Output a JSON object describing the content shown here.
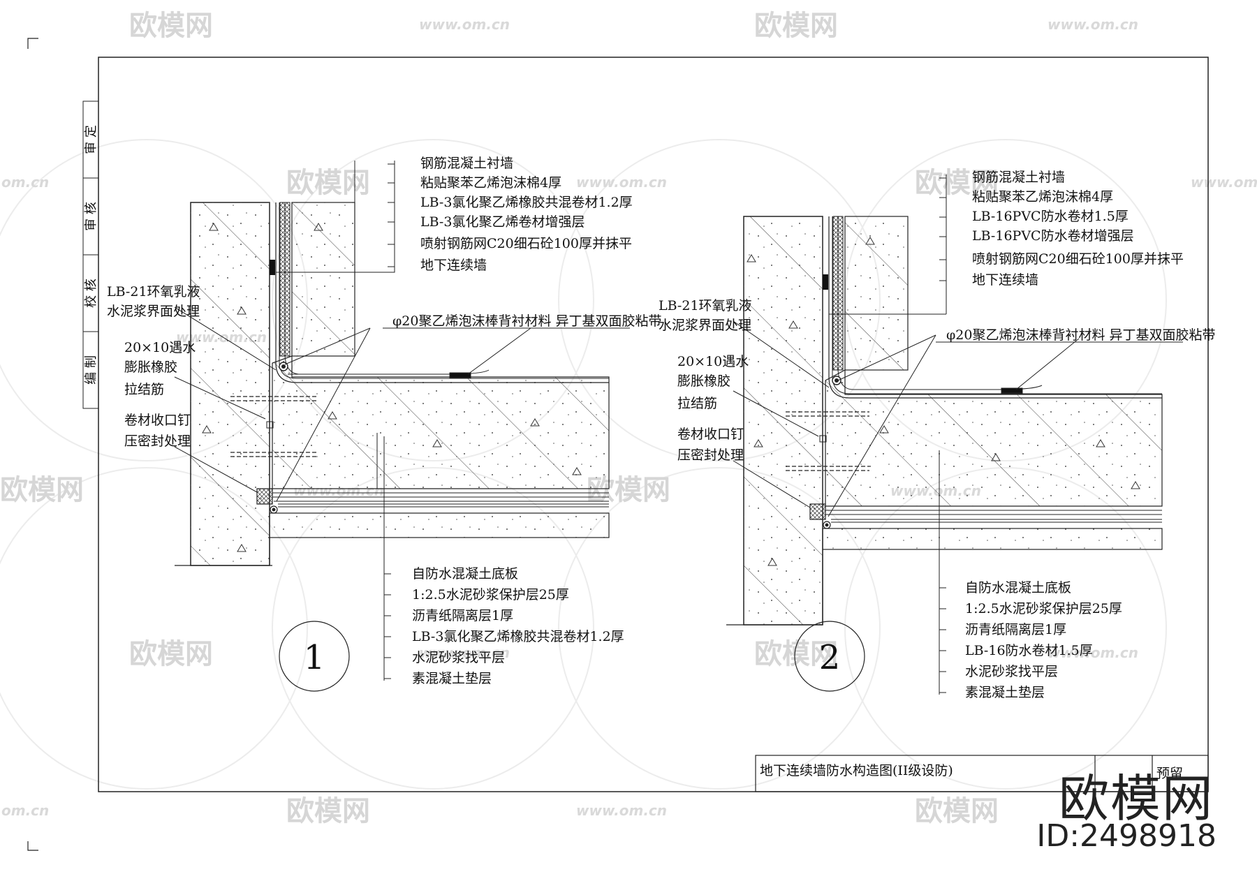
{
  "side_stamps": [
    "审 定",
    "审 核",
    "校 核",
    "编 制"
  ],
  "detail1": {
    "number": "1",
    "wall_labels": [
      "钢筋混凝土衬墙",
      "粘贴聚苯乙烯泡沫棉4厚",
      "LB-3氯化聚乙烯橡胶共混卷材1.2厚",
      "LB-3氯化聚乙烯卷材增强层",
      "喷射钢筋网C20细石砼100厚并抹平",
      "地下连续墙"
    ],
    "left_labels": [
      "LB-21环氧乳液",
      "水泥浆界面处理",
      "20×10遇水",
      "膨胀橡胶",
      "拉结筋",
      "卷材收口钉",
      "压密封处理"
    ],
    "rod_label": "φ20聚乙烯泡沫棒背衬材料  异丁基双面胶粘带",
    "floor_labels": [
      "自防水混凝土底板",
      "1:2.5水泥砂浆保护层25厚",
      "沥青纸隔离层1厚",
      "LB-3氯化聚乙烯橡胶共混卷材1.2厚",
      "水泥砂浆找平层",
      "素混凝土垫层"
    ]
  },
  "detail2": {
    "number": "2",
    "wall_labels": [
      "钢筋混凝土衬墙",
      "粘贴聚苯乙烯泡沫棉4厚",
      "LB-16PVC防水卷材1.5厚",
      "LB-16PVC防水卷材增强层",
      "喷射钢筋网C20细石砼100厚并抹平",
      "地下连续墙"
    ],
    "left_labels": [
      "LB-21环氧乳液",
      "水泥浆界面处理",
      "20×10遇水",
      "膨胀橡胶",
      "拉结筋",
      "卷材收口钉",
      "压密封处理"
    ],
    "rod_label": "φ20聚乙烯泡沫棒背衬材料  异丁基双面胶粘带",
    "floor_labels": [
      "自防水混凝土底板",
      "1:2.5水泥砂浆保护层25厚",
      "沥青纸隔离层1厚",
      "LB-16防水卷材1.5厚",
      "水泥砂浆找平层",
      "素混凝土垫层"
    ]
  },
  "title_block": {
    "title": "地下连续墙防水构造图(II级设防)",
    "page_fragment": "预留"
  },
  "watermark": {
    "brand": "欧模网",
    "site": "www.om.cn",
    "site_short": "om.cn",
    "id": "ID:2498918"
  }
}
